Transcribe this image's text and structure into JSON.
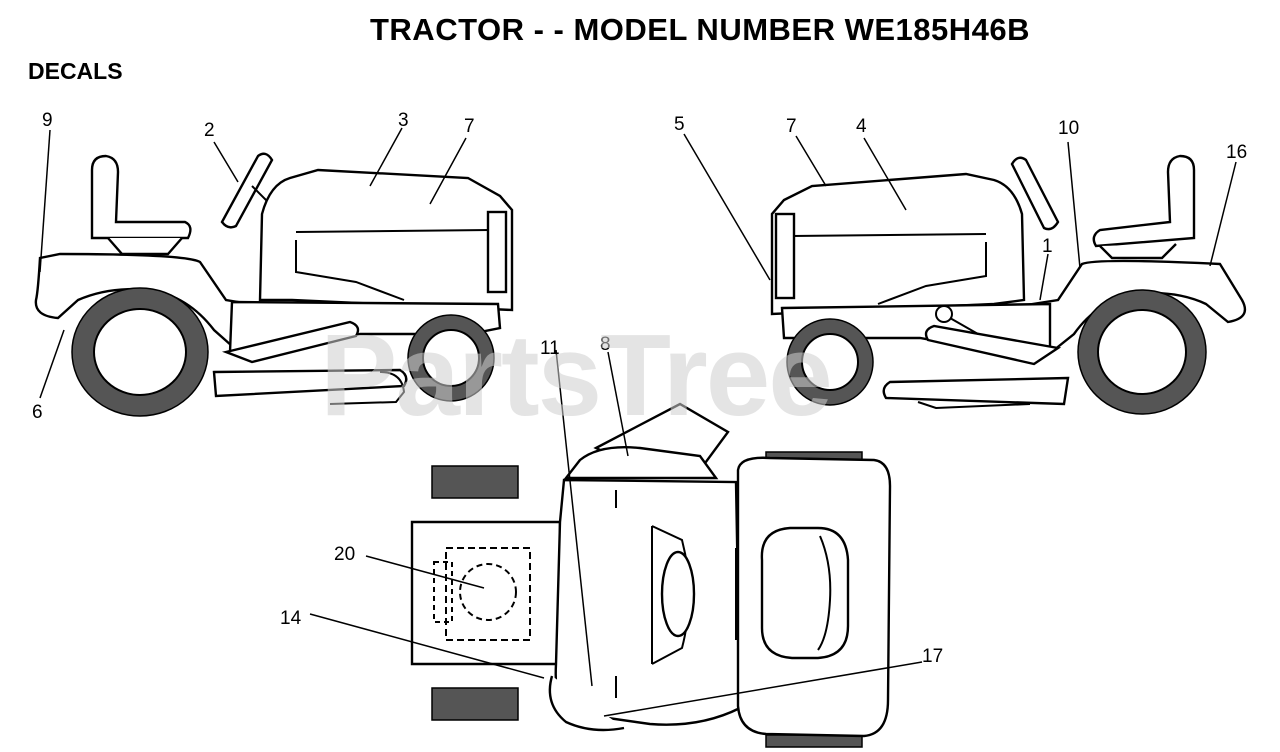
{
  "header": {
    "title": "TRACTOR - - MODEL NUMBER WE185H46B",
    "section": "DECALS"
  },
  "watermark": "PartsTree",
  "callouts": {
    "c9": "9",
    "c2": "2",
    "c3": "3",
    "c7a": "7",
    "c6": "6",
    "c5": "5",
    "c7b": "7",
    "c4": "4",
    "c10": "10",
    "c16": "16",
    "c1": "1",
    "c11": "11",
    "c8": "8",
    "c20": "20",
    "c14": "14",
    "c17": "17"
  },
  "colors": {
    "line": "#000000",
    "tire": "#555555",
    "watermark": "#cfcfcf"
  }
}
